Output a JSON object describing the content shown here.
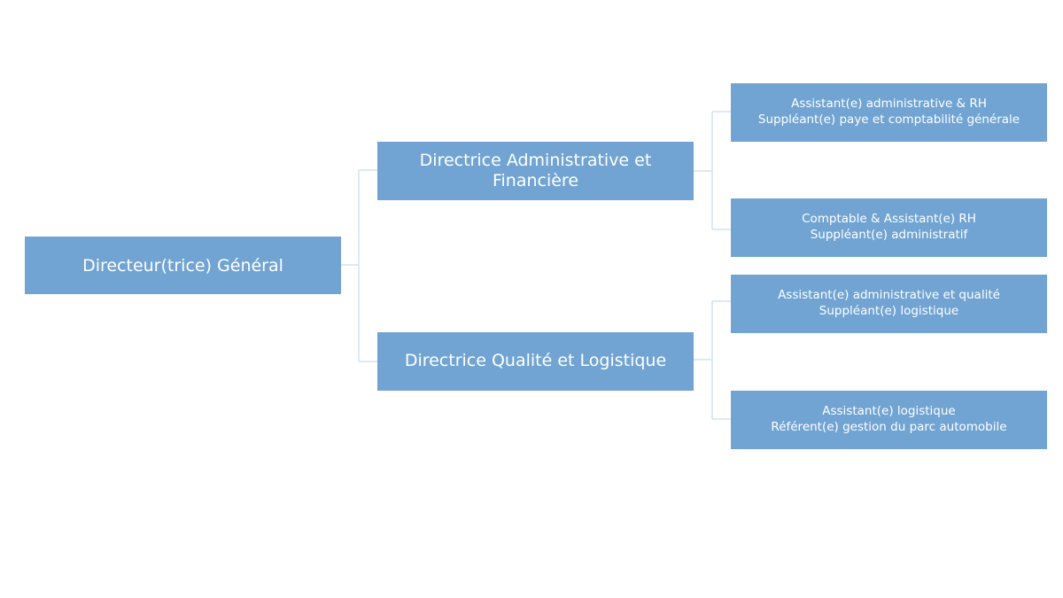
{
  "colors": {
    "node_fill": "#71a4d3",
    "node_text": "#ffffff",
    "connector": "#d2e3f1",
    "background": "#ffffff"
  },
  "org_chart": {
    "root": {
      "label": "Directeur(trice) Général"
    },
    "branches": [
      {
        "label": "Directrice Administrative et Financière",
        "children": [
          {
            "line1": "Assistant(e) administrative & RH",
            "line2": "Suppléant(e) paye et comptabilité générale"
          },
          {
            "line1": "Comptable & Assistant(e) RH",
            "line2": "Suppléant(e) administratif"
          }
        ]
      },
      {
        "label": "Directrice Qualité et Logistique",
        "children": [
          {
            "line1": "Assistant(e) administrative et qualité",
            "line2": "Suppléant(e) logistique"
          },
          {
            "line1": "Assistant(e) logistique",
            "line2": "Référent(e) gestion du parc automobile"
          }
        ]
      }
    ]
  }
}
